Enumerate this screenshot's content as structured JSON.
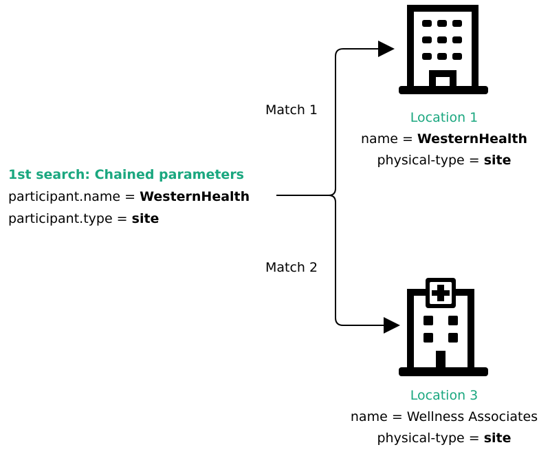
{
  "search": {
    "title": "1st search: Chained parameters",
    "line1_prefix": "participant.name = ",
    "line1_value": "WesternHealth",
    "line2_prefix": "participant.type = ",
    "line2_value": "site"
  },
  "matches": {
    "match1_label": "Match 1",
    "match2_label": "Match 2"
  },
  "locations": [
    {
      "title": "Location 1",
      "name_prefix": "name = ",
      "name_value": "WesternHealth",
      "type_prefix": "physical-type = ",
      "type_value": "site",
      "icon": "office-building-icon"
    },
    {
      "title": "Location 3",
      "name_text": "name = Wellness Associates",
      "type_prefix": "physical-type = ",
      "type_value": "site",
      "icon": "hospital-icon"
    }
  ],
  "colors": {
    "accent": "#1aa77f",
    "text": "#000000",
    "background": "#ffffff"
  }
}
